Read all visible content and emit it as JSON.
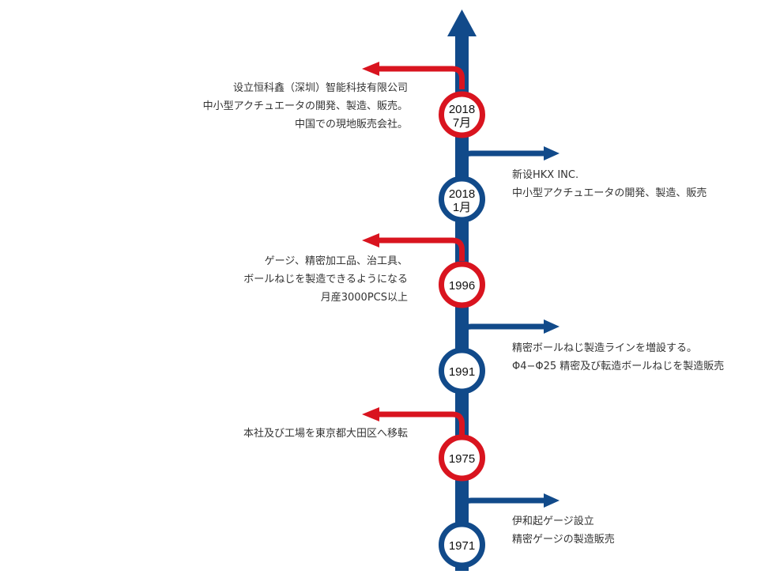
{
  "colors": {
    "blue": "#114a8a",
    "red": "#d9141f",
    "text": "#333333"
  },
  "events": [
    {
      "id": "2018-07",
      "year": "2018",
      "month": "7月",
      "side": "left",
      "color": "red",
      "lines": [
        "设立恒科鑫（深圳）智能科技有限公司",
        "中小型アクチュエータの開発、製造、販売。",
        "中国での現地販売会社。"
      ]
    },
    {
      "id": "2018-01",
      "year": "2018",
      "month": "1月",
      "side": "right",
      "color": "blue",
      "lines": [
        "新设HKX INC.",
        "中小型アクチュエータの開発、製造、販売"
      ]
    },
    {
      "id": "1996",
      "year": "1996",
      "month": "",
      "side": "left",
      "color": "red",
      "lines": [
        "ゲージ、精密加工品、治工具、",
        "ボールねじを製造できるようになる",
        "月産3000PCS以上"
      ]
    },
    {
      "id": "1991",
      "year": "1991",
      "month": "",
      "side": "right",
      "color": "blue",
      "lines": [
        "精密ボールねじ製造ラインを増設する。",
        "Φ4−Φ25 精密及び転造ボールねじを製造販売"
      ]
    },
    {
      "id": "1975",
      "year": "1975",
      "month": "",
      "side": "left",
      "color": "red",
      "lines": [
        "本社及び工場を東京都大田区へ移転"
      ]
    },
    {
      "id": "1971",
      "year": "1971",
      "month": "",
      "side": "right",
      "color": "blue",
      "lines": [
        "伊和起ゲージ設立",
        "精密ゲージの製造販売"
      ]
    }
  ]
}
